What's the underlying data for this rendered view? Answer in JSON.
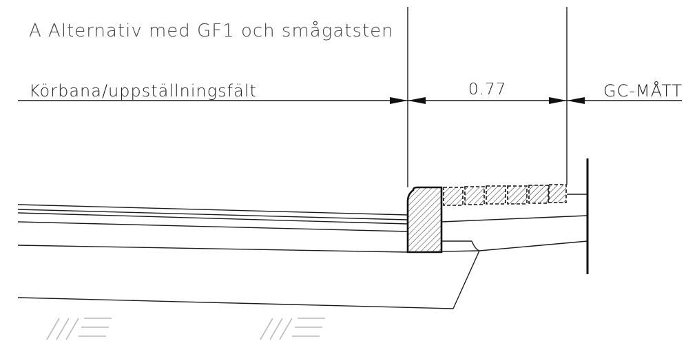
{
  "title": "A Alternativ med GF1 och smågatsten",
  "left_label": "Körbana/uppställningsfält",
  "right_label": "GC-MÅTT",
  "dimension": "0.77",
  "colors": {
    "line": "#111111",
    "title_text": "#444444",
    "soil_marks": "#b8b8b8"
  }
}
